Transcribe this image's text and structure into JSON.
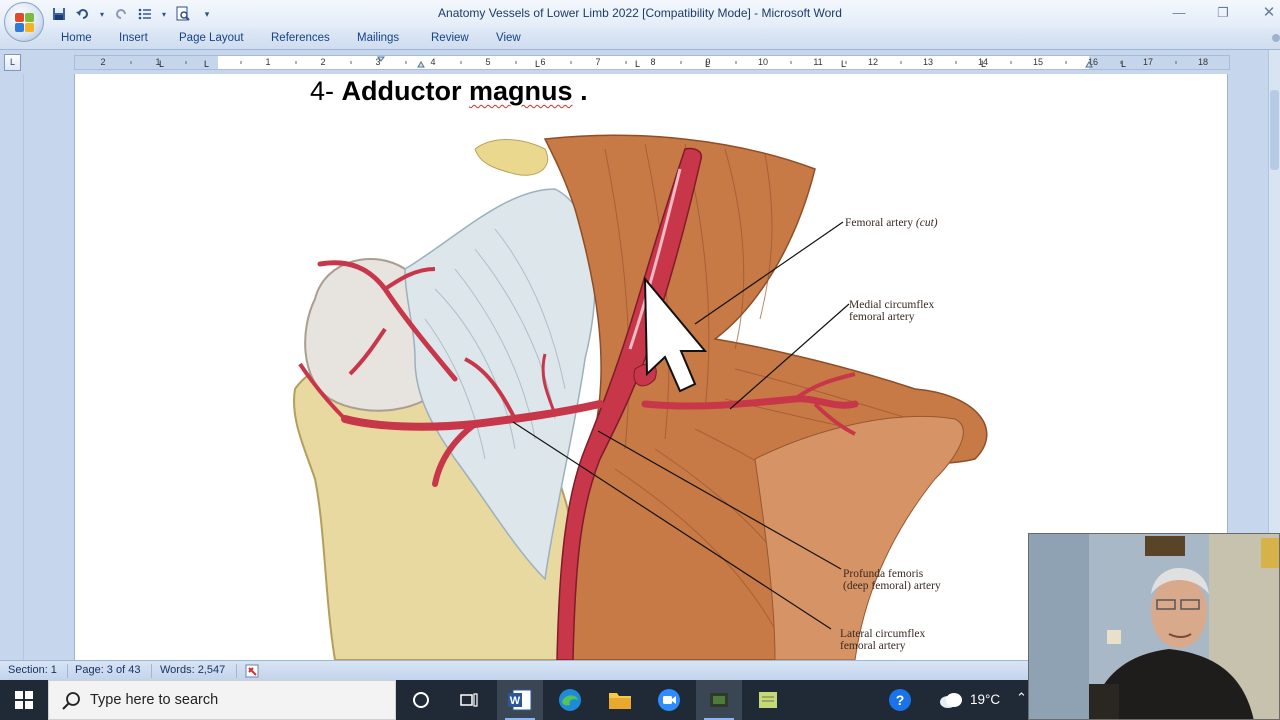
{
  "app": {
    "window_title": "Anatomy Vessels of Lower Limb 2022 [Compatibility Mode] - Microsoft Word"
  },
  "ribbon": {
    "tabs": [
      "Home",
      "Insert",
      "Page Layout",
      "References",
      "Mailings",
      "Review",
      "View"
    ]
  },
  "ruler": {
    "numbers": [
      "2",
      "1",
      "1",
      "2",
      "3",
      "4",
      "5",
      "6",
      "7",
      "8",
      "9",
      "10",
      "11",
      "12",
      "13",
      "14",
      "15",
      "16",
      "17",
      "18"
    ]
  },
  "document": {
    "heading_number": "4-",
    "heading_bold_1": "Adductor",
    "heading_bold_2": "magnus",
    "heading_tail": " .",
    "labels": {
      "femoral_artery": "Femoral artery",
      "femoral_artery_note": "(cut)",
      "medial_circumflex_1": "Medial circumflex",
      "medial_circumflex_2": "femoral artery",
      "profunda_1": "Profunda femoris",
      "profunda_2": "(deep femoral) artery",
      "lateral_circumflex_1": "Lateral circumflex",
      "lateral_circumflex_2": "femoral artery"
    }
  },
  "statusbar": {
    "section": "Section: 1",
    "page": "Page: 3 of 43",
    "words": "Words: 2,547"
  },
  "taskbar": {
    "search_placeholder": "Type here to search",
    "temperature": "19°C"
  },
  "colors": {
    "taskbar": "#202a36",
    "ribbon_text": "#15428b",
    "artery": "#c8364a",
    "muscle": "#c07040"
  }
}
